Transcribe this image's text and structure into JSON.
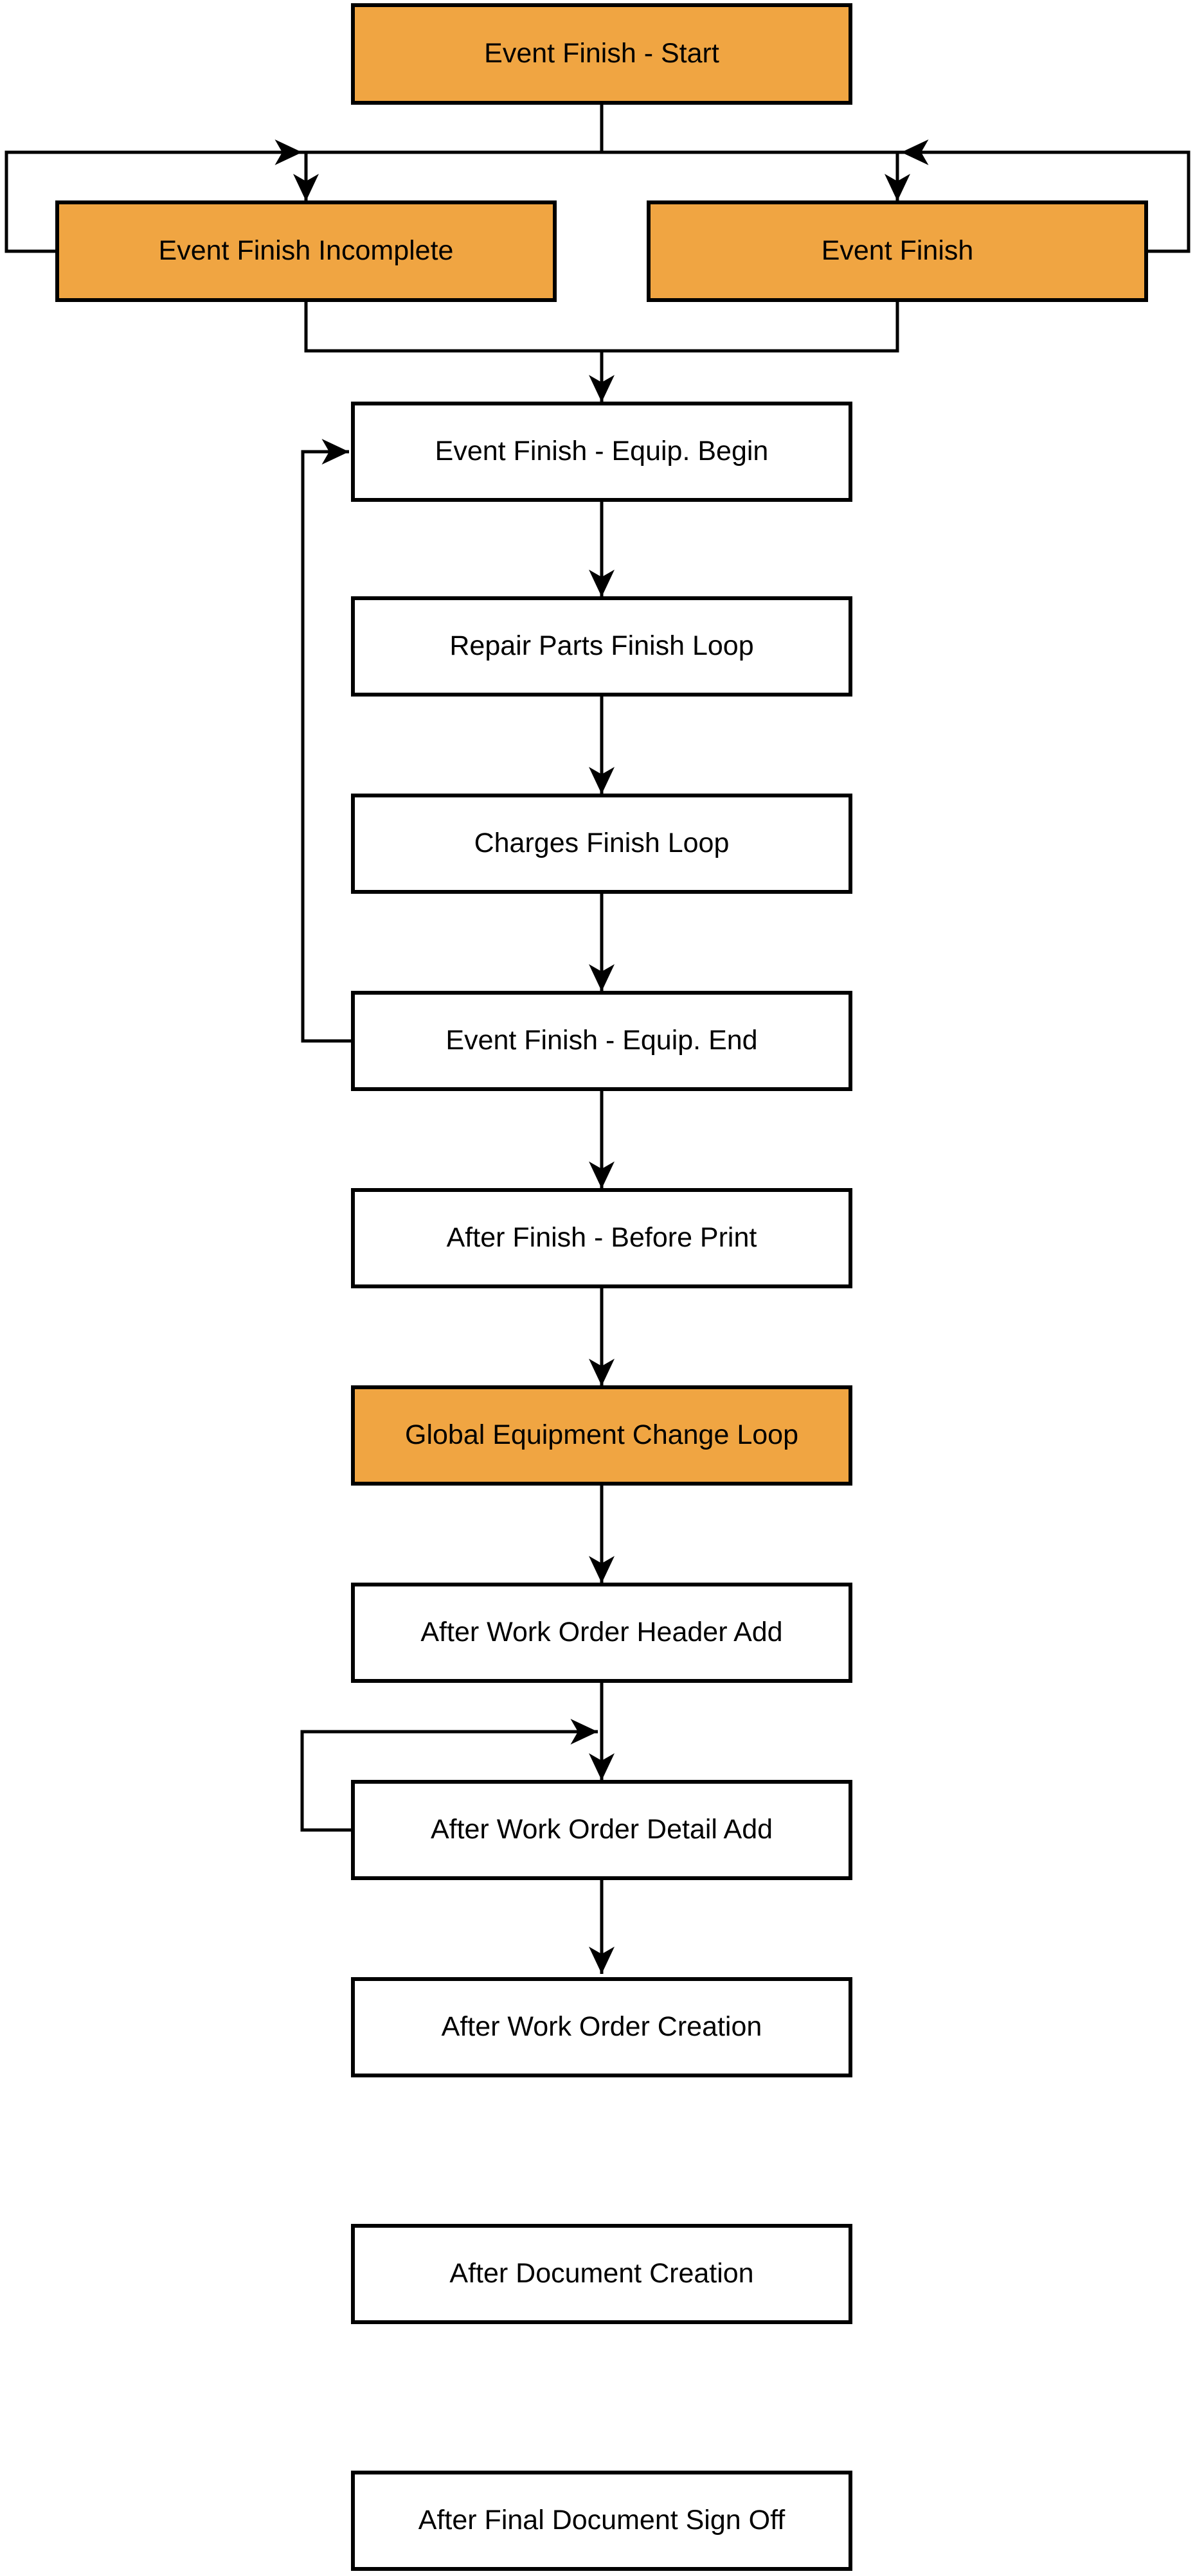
{
  "diagram": {
    "type": "flowchart",
    "background_color": "#FFFFFF",
    "highlight_fill_color": "#F0A542",
    "node_border_color": "#000000",
    "connector_color": "#000000",
    "text_color": "#000000"
  },
  "nodes": [
    {
      "id": "event-finish-start",
      "label": "Event Finish - Start",
      "fill": "orange"
    },
    {
      "id": "event-finish-incomplete",
      "label": "Event Finish Incomplete",
      "fill": "orange"
    },
    {
      "id": "event-finish",
      "label": "Event Finish",
      "fill": "orange"
    },
    {
      "id": "event-finish-equip-begin",
      "label": "Event Finish - Equip. Begin",
      "fill": "white"
    },
    {
      "id": "repair-parts-finish-loop",
      "label": "Repair Parts Finish Loop",
      "fill": "white"
    },
    {
      "id": "charges-finish-loop",
      "label": "Charges Finish Loop",
      "fill": "white"
    },
    {
      "id": "event-finish-equip-end",
      "label": "Event Finish - Equip. End",
      "fill": "white"
    },
    {
      "id": "after-finish-before-print",
      "label": "After Finish - Before Print",
      "fill": "white"
    },
    {
      "id": "global-equipment-change-loop",
      "label": "Global Equipment Change Loop",
      "fill": "orange"
    },
    {
      "id": "after-work-order-header-add",
      "label": "After Work Order Header Add",
      "fill": "white"
    },
    {
      "id": "after-work-order-detail-add",
      "label": "After Work Order Detail Add",
      "fill": "white"
    },
    {
      "id": "after-work-order-creation",
      "label": "After Work Order Creation",
      "fill": "white"
    },
    {
      "id": "after-document-creation",
      "label": "After Document Creation",
      "fill": "white"
    },
    {
      "id": "after-final-document-sign-off",
      "label": "After Final Document Sign Off",
      "fill": "white"
    }
  ],
  "edges": [
    {
      "from": "event-finish-start",
      "to": "event-finish-incomplete"
    },
    {
      "from": "event-finish-start",
      "to": "event-finish"
    },
    {
      "from": "event-finish-incomplete",
      "to": "event-finish-incomplete",
      "type": "loop-back"
    },
    {
      "from": "event-finish",
      "to": "event-finish",
      "type": "loop-back"
    },
    {
      "from": "event-finish-incomplete",
      "to": "event-finish-equip-begin"
    },
    {
      "from": "event-finish",
      "to": "event-finish-equip-begin"
    },
    {
      "from": "event-finish-equip-begin",
      "to": "repair-parts-finish-loop"
    },
    {
      "from": "repair-parts-finish-loop",
      "to": "charges-finish-loop"
    },
    {
      "from": "charges-finish-loop",
      "to": "event-finish-equip-end"
    },
    {
      "from": "event-finish-equip-end",
      "to": "event-finish-equip-begin",
      "type": "loop-back"
    },
    {
      "from": "event-finish-equip-end",
      "to": "after-finish-before-print"
    },
    {
      "from": "after-finish-before-print",
      "to": "global-equipment-change-loop"
    },
    {
      "from": "global-equipment-change-loop",
      "to": "after-work-order-header-add"
    },
    {
      "from": "after-work-order-header-add",
      "to": "after-work-order-detail-add"
    },
    {
      "from": "after-work-order-detail-add",
      "to": "after-work-order-detail-add",
      "type": "loop-back"
    },
    {
      "from": "after-work-order-detail-add",
      "to": "after-work-order-creation"
    }
  ]
}
